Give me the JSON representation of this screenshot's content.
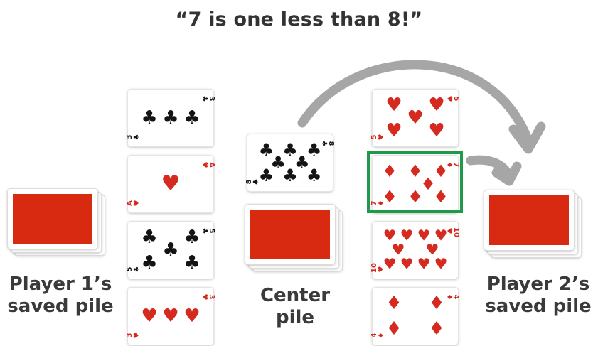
{
  "title": "“7 is one less than 8!”",
  "labels": {
    "player1_line1": "Player 1’s",
    "player1_line2": "saved pile",
    "center_line1": "Center",
    "center_line2": "pile",
    "player2_line1": "Player 2’s",
    "player2_line2": "saved pile"
  },
  "player1_column": [
    {
      "rank": "3",
      "suit": "♣",
      "color": "black"
    },
    {
      "rank": "A",
      "suit": "♥",
      "color": "red"
    },
    {
      "rank": "5",
      "suit": "♣",
      "color": "black"
    },
    {
      "rank": "3",
      "suit": "♥",
      "color": "red"
    }
  ],
  "center_top_card": {
    "rank": "8",
    "suit": "♣",
    "color": "black"
  },
  "player2_column": [
    {
      "rank": "5",
      "suit": "♥",
      "color": "red"
    },
    {
      "rank": "7",
      "suit": "♦",
      "color": "red",
      "highlighted": true
    },
    {
      "rank": "10",
      "suit": "♥",
      "color": "red"
    },
    {
      "rank": "4",
      "suit": "♦",
      "color": "red"
    }
  ],
  "colors": {
    "card_back": "#d82a10",
    "highlight": "#1f9a4a",
    "arrow": "#a6a6a6",
    "red_suit": "#d42a1f",
    "black_suit": "#141414"
  }
}
